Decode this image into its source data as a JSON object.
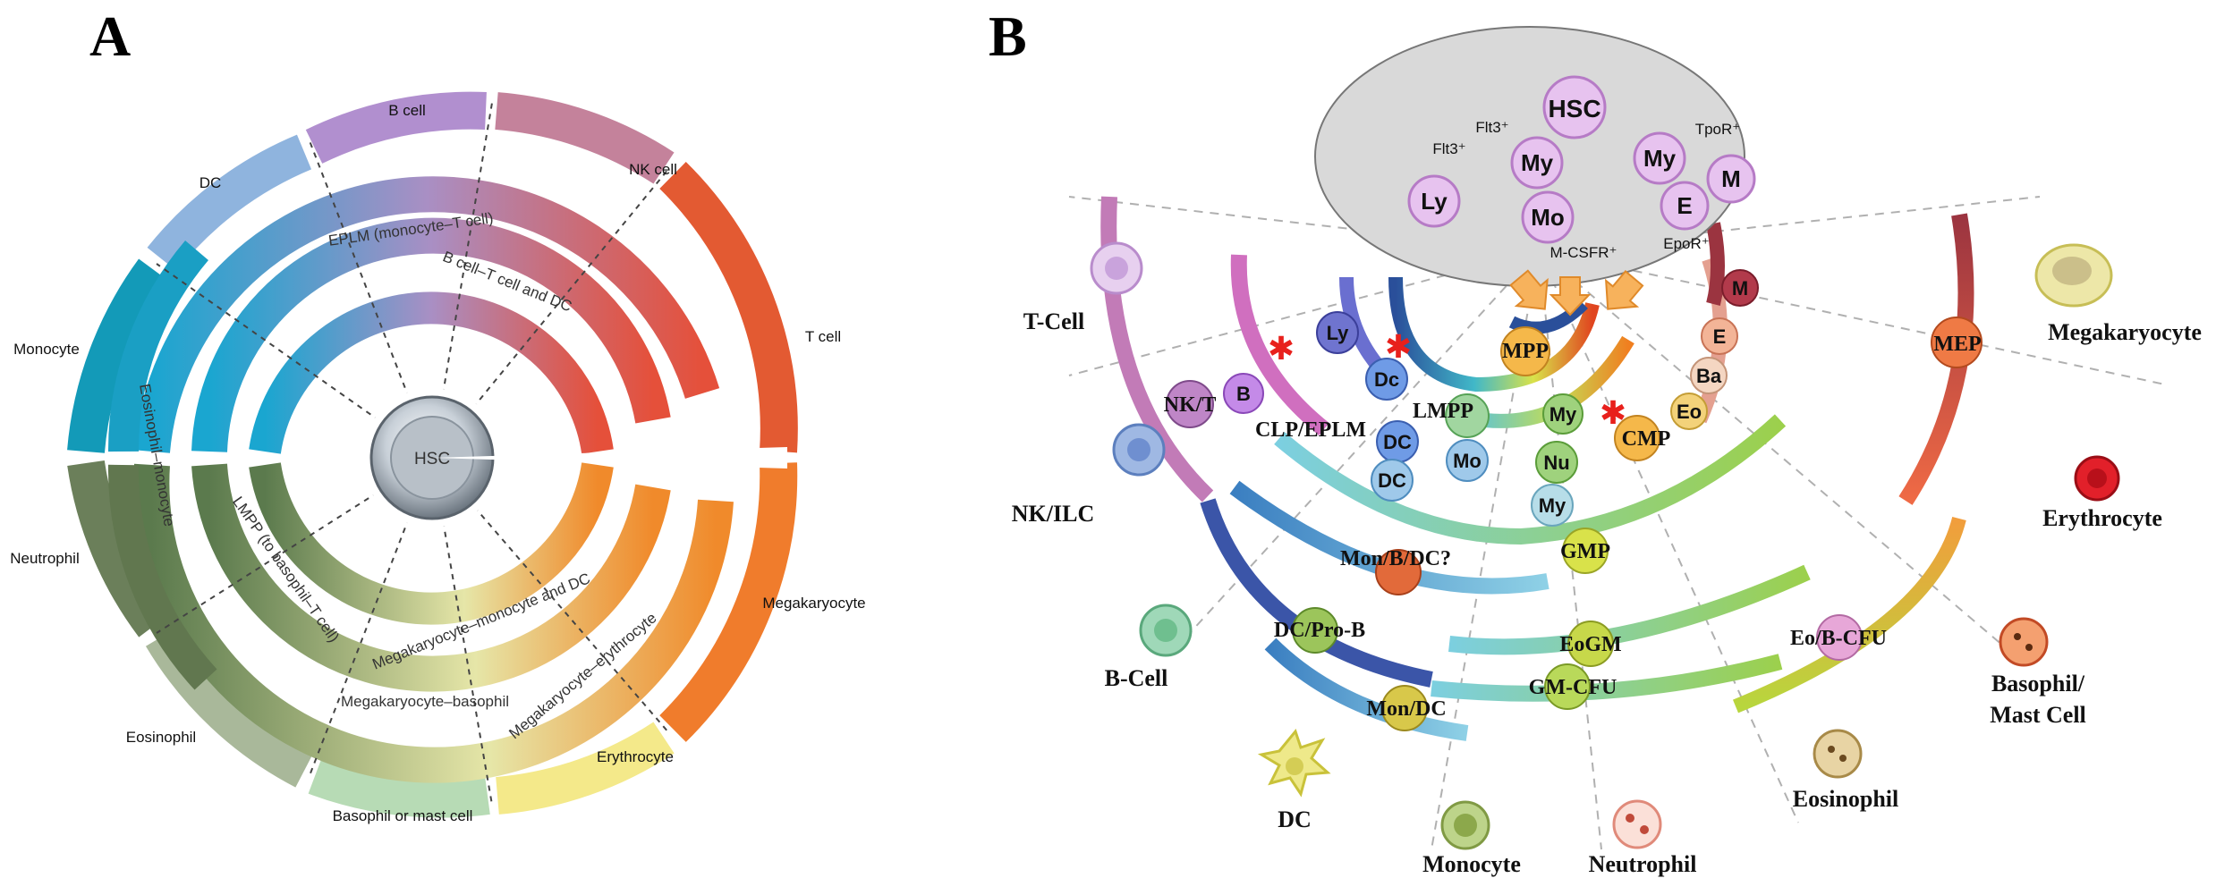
{
  "panels": {
    "a": {
      "letter": "A",
      "outer_labels": {
        "b_cell": "B cell",
        "nk_cell": "NK cell",
        "t_cell": "T cell",
        "dc": "DC",
        "monocyte": "Monocyte",
        "neutrophil": "Neutrophil",
        "eosinophil": "Eosinophil",
        "basophil": "Basophil or mast cell",
        "erythrocyte": "Erythrocyte",
        "megakaryocyte": "Megakaryocyte"
      },
      "ring_labels": {
        "eplm": "EPLM (monocyte–T cell)",
        "b_t_dc": "B cell–T cell and DC",
        "mk_mono_dc": "Megakaryocyte–monocyte and DC",
        "mk_ery": "Megakaryocyte–erythrocyte",
        "mk_baso": "Megakaryocyte–basophil",
        "lmpp": "LMPP (to basophil–T cell)",
        "eos_mono": "Eosinophil–monocyte"
      },
      "center": "HSC"
    },
    "b": {
      "letter": "B",
      "hsc_box": {
        "hsc": "HSC",
        "ly": "Ly",
        "my1": "My",
        "my2": "My",
        "mo": "Mo",
        "e": "E",
        "m": "M",
        "flt3_1": "Flt3⁺",
        "flt3_2": "Flt3⁺",
        "tpor": "TpoR⁺",
        "epor": "EpoR⁺",
        "mcsfr": "M-CSFR⁺"
      },
      "nodes": {
        "ly": "Ly",
        "dc1": "Dc",
        "mpp": "MPP",
        "m": "M",
        "e": "E",
        "ba": "Ba",
        "eo": "Eo",
        "b": "B",
        "my1": "My",
        "dc2": "DC",
        "mo": "Mo",
        "nu": "Nu",
        "dc3": "DC",
        "my2": "My"
      },
      "stages": {
        "nkt": "NK/T",
        "lmpp": "LMPP",
        "clp": "CLP/EPLM",
        "cmp": "CMP",
        "mep": "MEP",
        "mon_b_dc": "Mon/B/DC?",
        "gmp": "GMP",
        "dc_prob": "DC/Pro-B",
        "eogm": "EoGM",
        "gmcfu": "GM-CFU",
        "mon_dc": "Mon/DC",
        "eob_cfu": "Eo/B-CFU"
      },
      "cells": {
        "tcell": "T-Cell",
        "nkilc": "NK/ILC",
        "bcell": "B-Cell",
        "dc": "DC",
        "monocyte": "Monocyte",
        "neutrophil": "Neutrophil",
        "eosinophil": "Eosinophil",
        "basophil_1": "Basophil/",
        "basophil_2": "Mast Cell",
        "erythrocyte": "Erythrocyte",
        "megakaryocyte": "Megakaryocyte"
      }
    }
  }
}
